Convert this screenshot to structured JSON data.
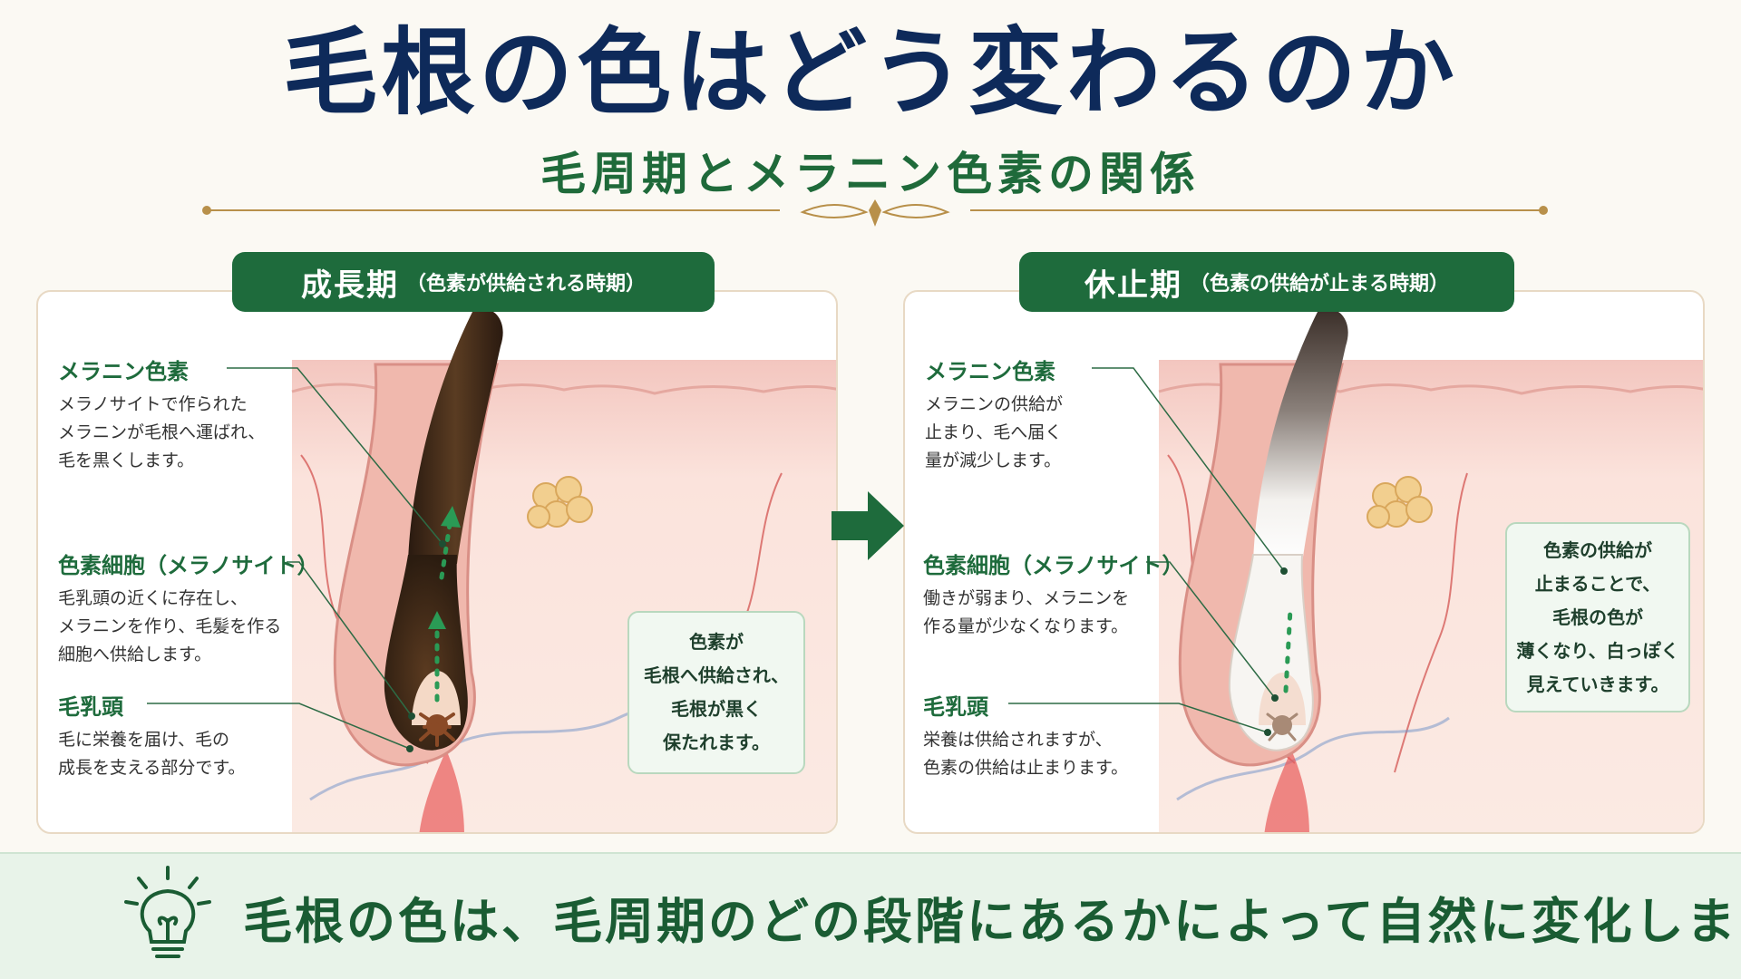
{
  "title": "毛根の色はどう変わるのか",
  "subtitle": "毛周期とメラニン色素の関係",
  "panels": {
    "left": {
      "header_main": "成長期",
      "header_sub": "（色素が供給される時期）",
      "melanin": {
        "title": "メラニン色素",
        "desc": "メラノサイトで作られた\nメラニンが毛根へ運ばれ、\n毛を黒くします。"
      },
      "melanocyte": {
        "title": "色素細胞（メラノサイト）",
        "desc": "毛乳頭の近くに存在し、\nメラニンを作り、毛髪を作る\n細胞へ供給します。"
      },
      "papilla": {
        "title": "毛乳頭",
        "desc": "毛に栄養を届け、毛の\n成長を支える部分です。"
      },
      "callout": "色素が\n毛根へ供給され、\n毛根が黒く\n保たれます。"
    },
    "right": {
      "header_main": "休止期",
      "header_sub": "（色素の供給が止まる時期）",
      "melanin": {
        "title": "メラニン色素",
        "desc": "メラニンの供給が\n止まり、毛へ届く\n量が減少します。"
      },
      "melanocyte": {
        "title": "色素細胞（メラノサイト）",
        "desc": "働きが弱まり、メラニンを\n作る量が少なくなります。"
      },
      "papilla": {
        "title": "毛乳頭",
        "desc": "栄養は供給されますが、\n色素の供給は止まります。"
      },
      "callout": "色素の供給が\n止まることで、\n毛根の色が\n薄くなり、白っぽく\n見えていきます。"
    }
  },
  "bottom_message": "毛根の色は、毛周期のどの段階にあるかによって自然に変化します",
  "colors": {
    "navy": "#0e2a5a",
    "green": "#1e6b3c",
    "gold": "#b8904a",
    "skin": "#f6d3cc"
  },
  "icons": {
    "between_panels": "right-arrow-icon",
    "bottom": "lightbulb-icon"
  }
}
